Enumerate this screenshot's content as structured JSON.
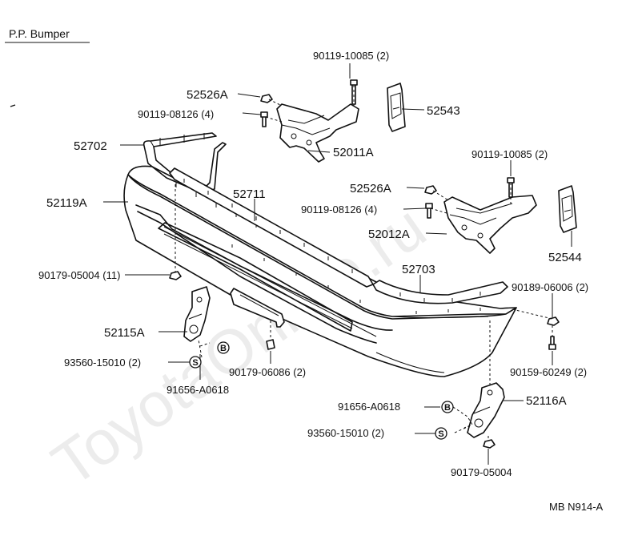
{
  "title": "P.P. Bumper",
  "figure_code": "MB N914-A",
  "watermark": "ToyotaOnline.ru",
  "callouts": {
    "p52526A_top": "52526A",
    "p90119_10085_top": "90119-10085 (2)",
    "p90119_08126_top": "90119-08126 (4)",
    "p52543": "52543",
    "p52702": "52702",
    "p52011A": "52011A",
    "p52119A": "52119A",
    "p52711": "52711",
    "p90119_10085_right": "90119-10085 (2)",
    "p52526A_mid": "52526A",
    "p90119_08126_mid": "90119-08126 (4)",
    "p52012A": "52012A",
    "p52544": "52544",
    "p90179_05004_11": "90179-05004 (11)",
    "p52703": "52703",
    "p90189_06006": "90189-06006 (2)",
    "p52115A": "52115A",
    "p93560_15010_left": "93560-15010 (2)",
    "p90179_06086": "90179-06086 (2)",
    "p91656_A0618_left": "91656-A0618",
    "p90159_60249": "90159-60249 (2)",
    "p91656_A0618_right": "91656-A0618",
    "p52116A": "52116A",
    "p93560_15010_right": "93560-15010 (2)",
    "p90179_05004": "90179-05004"
  },
  "symbols": {
    "b": "B",
    "s": "S"
  }
}
